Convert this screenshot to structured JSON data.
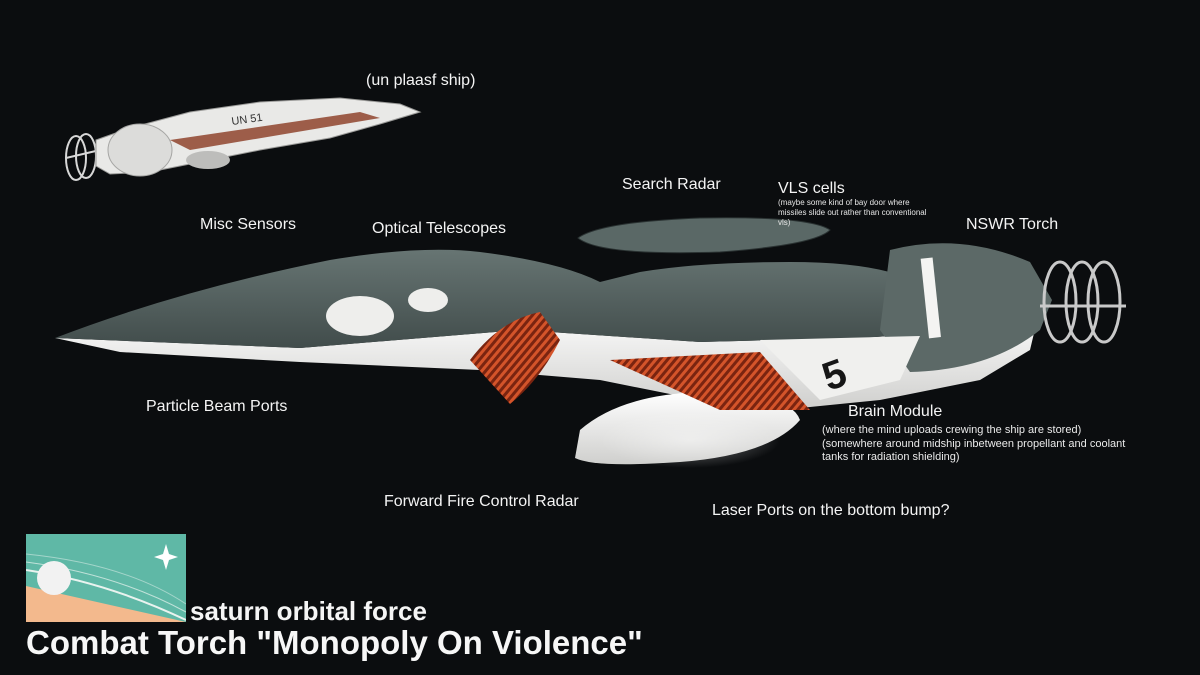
{
  "ships": {
    "secondary_caption": "(un plaasf ship)",
    "secondary_hull_marking": "UN 51",
    "main_hull_marking": "5"
  },
  "labels": {
    "misc_sensors": "Misc Sensors",
    "optical_telescopes": "Optical Telescopes",
    "search_radar": "Search Radar",
    "vls_cells": "VLS cells",
    "vls_note": "(maybe some kind of bay door where missiles slide out rather than conventional vls)",
    "nswr_torch": "NSWR Torch",
    "particle_beam_ports": "Particle Beam Ports",
    "brain_module": "Brain Module",
    "brain_note_1": "(where the mind uploads crewing the ship are stored)",
    "brain_note_2": "(somewhere around midship inbetween propellant and coolant tanks for radiation shielding)",
    "forward_fire_control_radar": "Forward Fire Control Radar",
    "laser_ports": "Laser Ports on the bottom bump?"
  },
  "faction": {
    "name": "saturn orbital force",
    "title": "Combat Torch \"Monopoly On Violence\""
  },
  "colors": {
    "background": "#0b0d0f",
    "hull_dark": "#4f5c5a",
    "hull_light": "#f2f2f0",
    "accent_orange": "#c9481f",
    "logo_teal": "#5fb8a6",
    "logo_peach": "#f3b98d"
  }
}
